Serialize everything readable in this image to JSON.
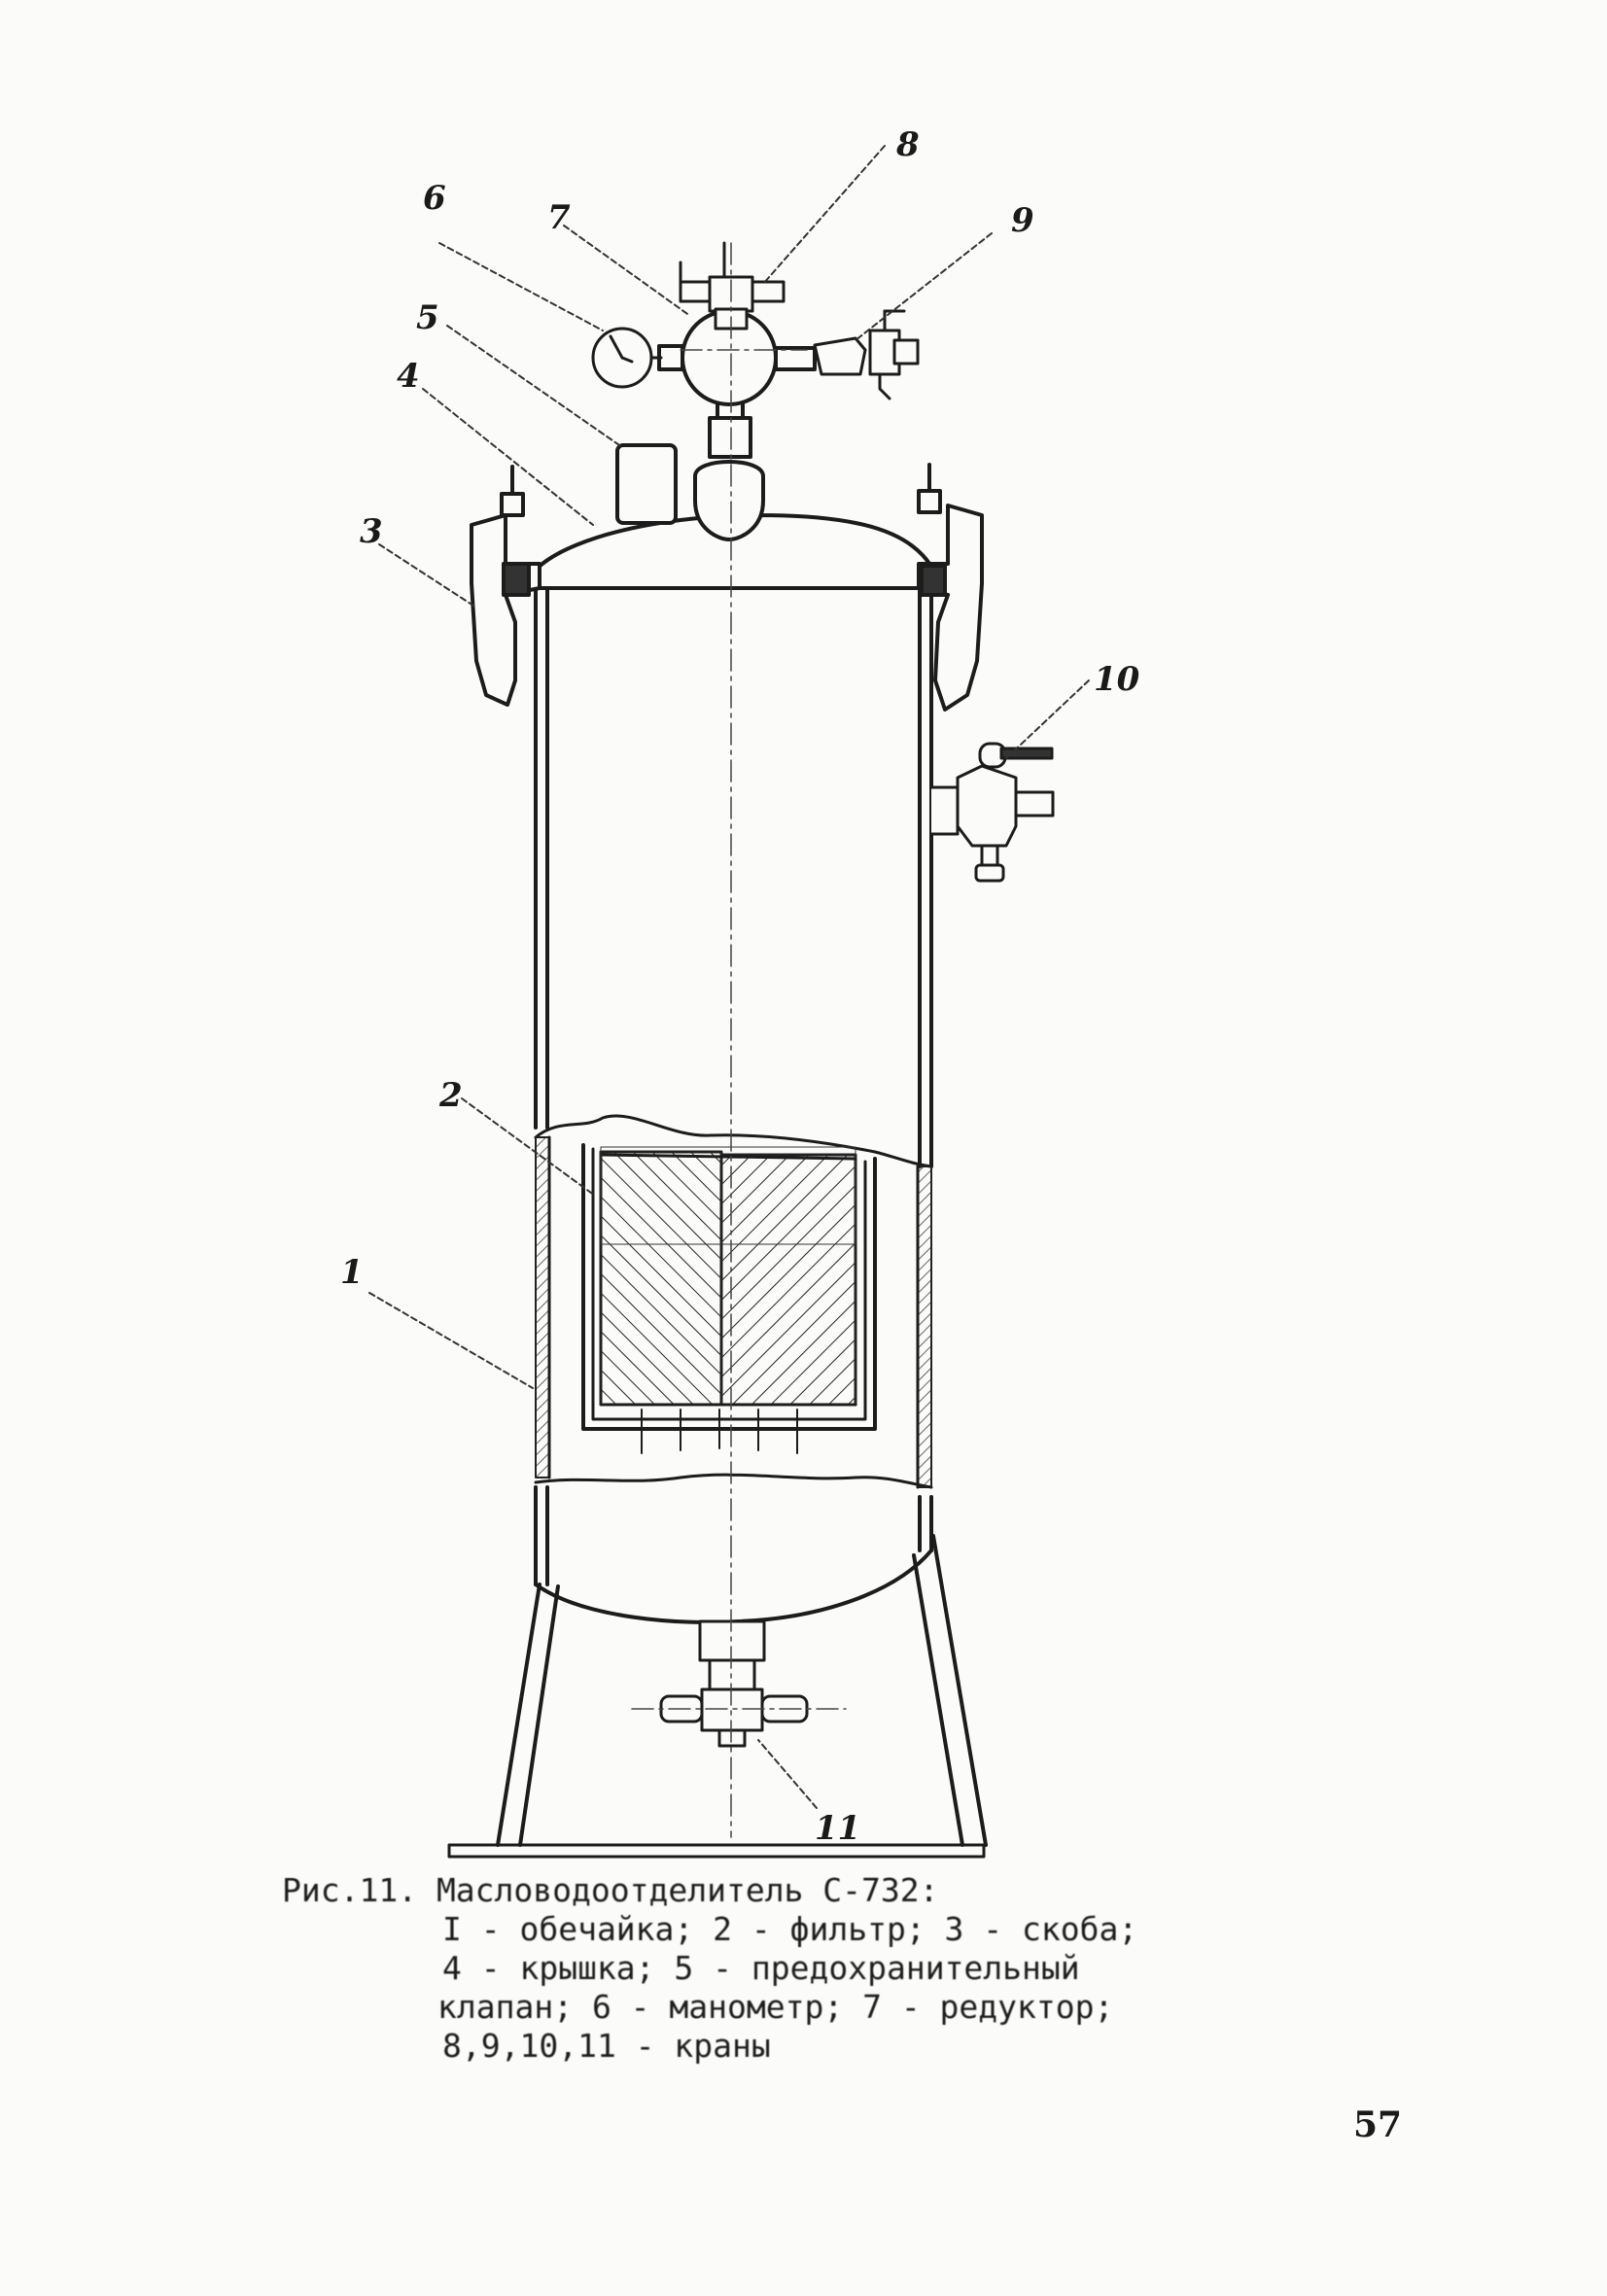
{
  "figure": {
    "callouts": [
      "1",
      "2",
      "3",
      "4",
      "5",
      "6",
      "7",
      "8",
      "9",
      "10",
      "11"
    ]
  },
  "caption": {
    "lines": [
      "Рис.11. Масловодоотделитель С-732:",
      "I - обечайка; 2 - фильтр; 3 - скоба;",
      "4 - крышка; 5 - предохранительный",
      "клапан; 6 - манометр; 7 - редуктор;",
      "8,9,10,11 - краны"
    ]
  },
  "page_number": "57"
}
